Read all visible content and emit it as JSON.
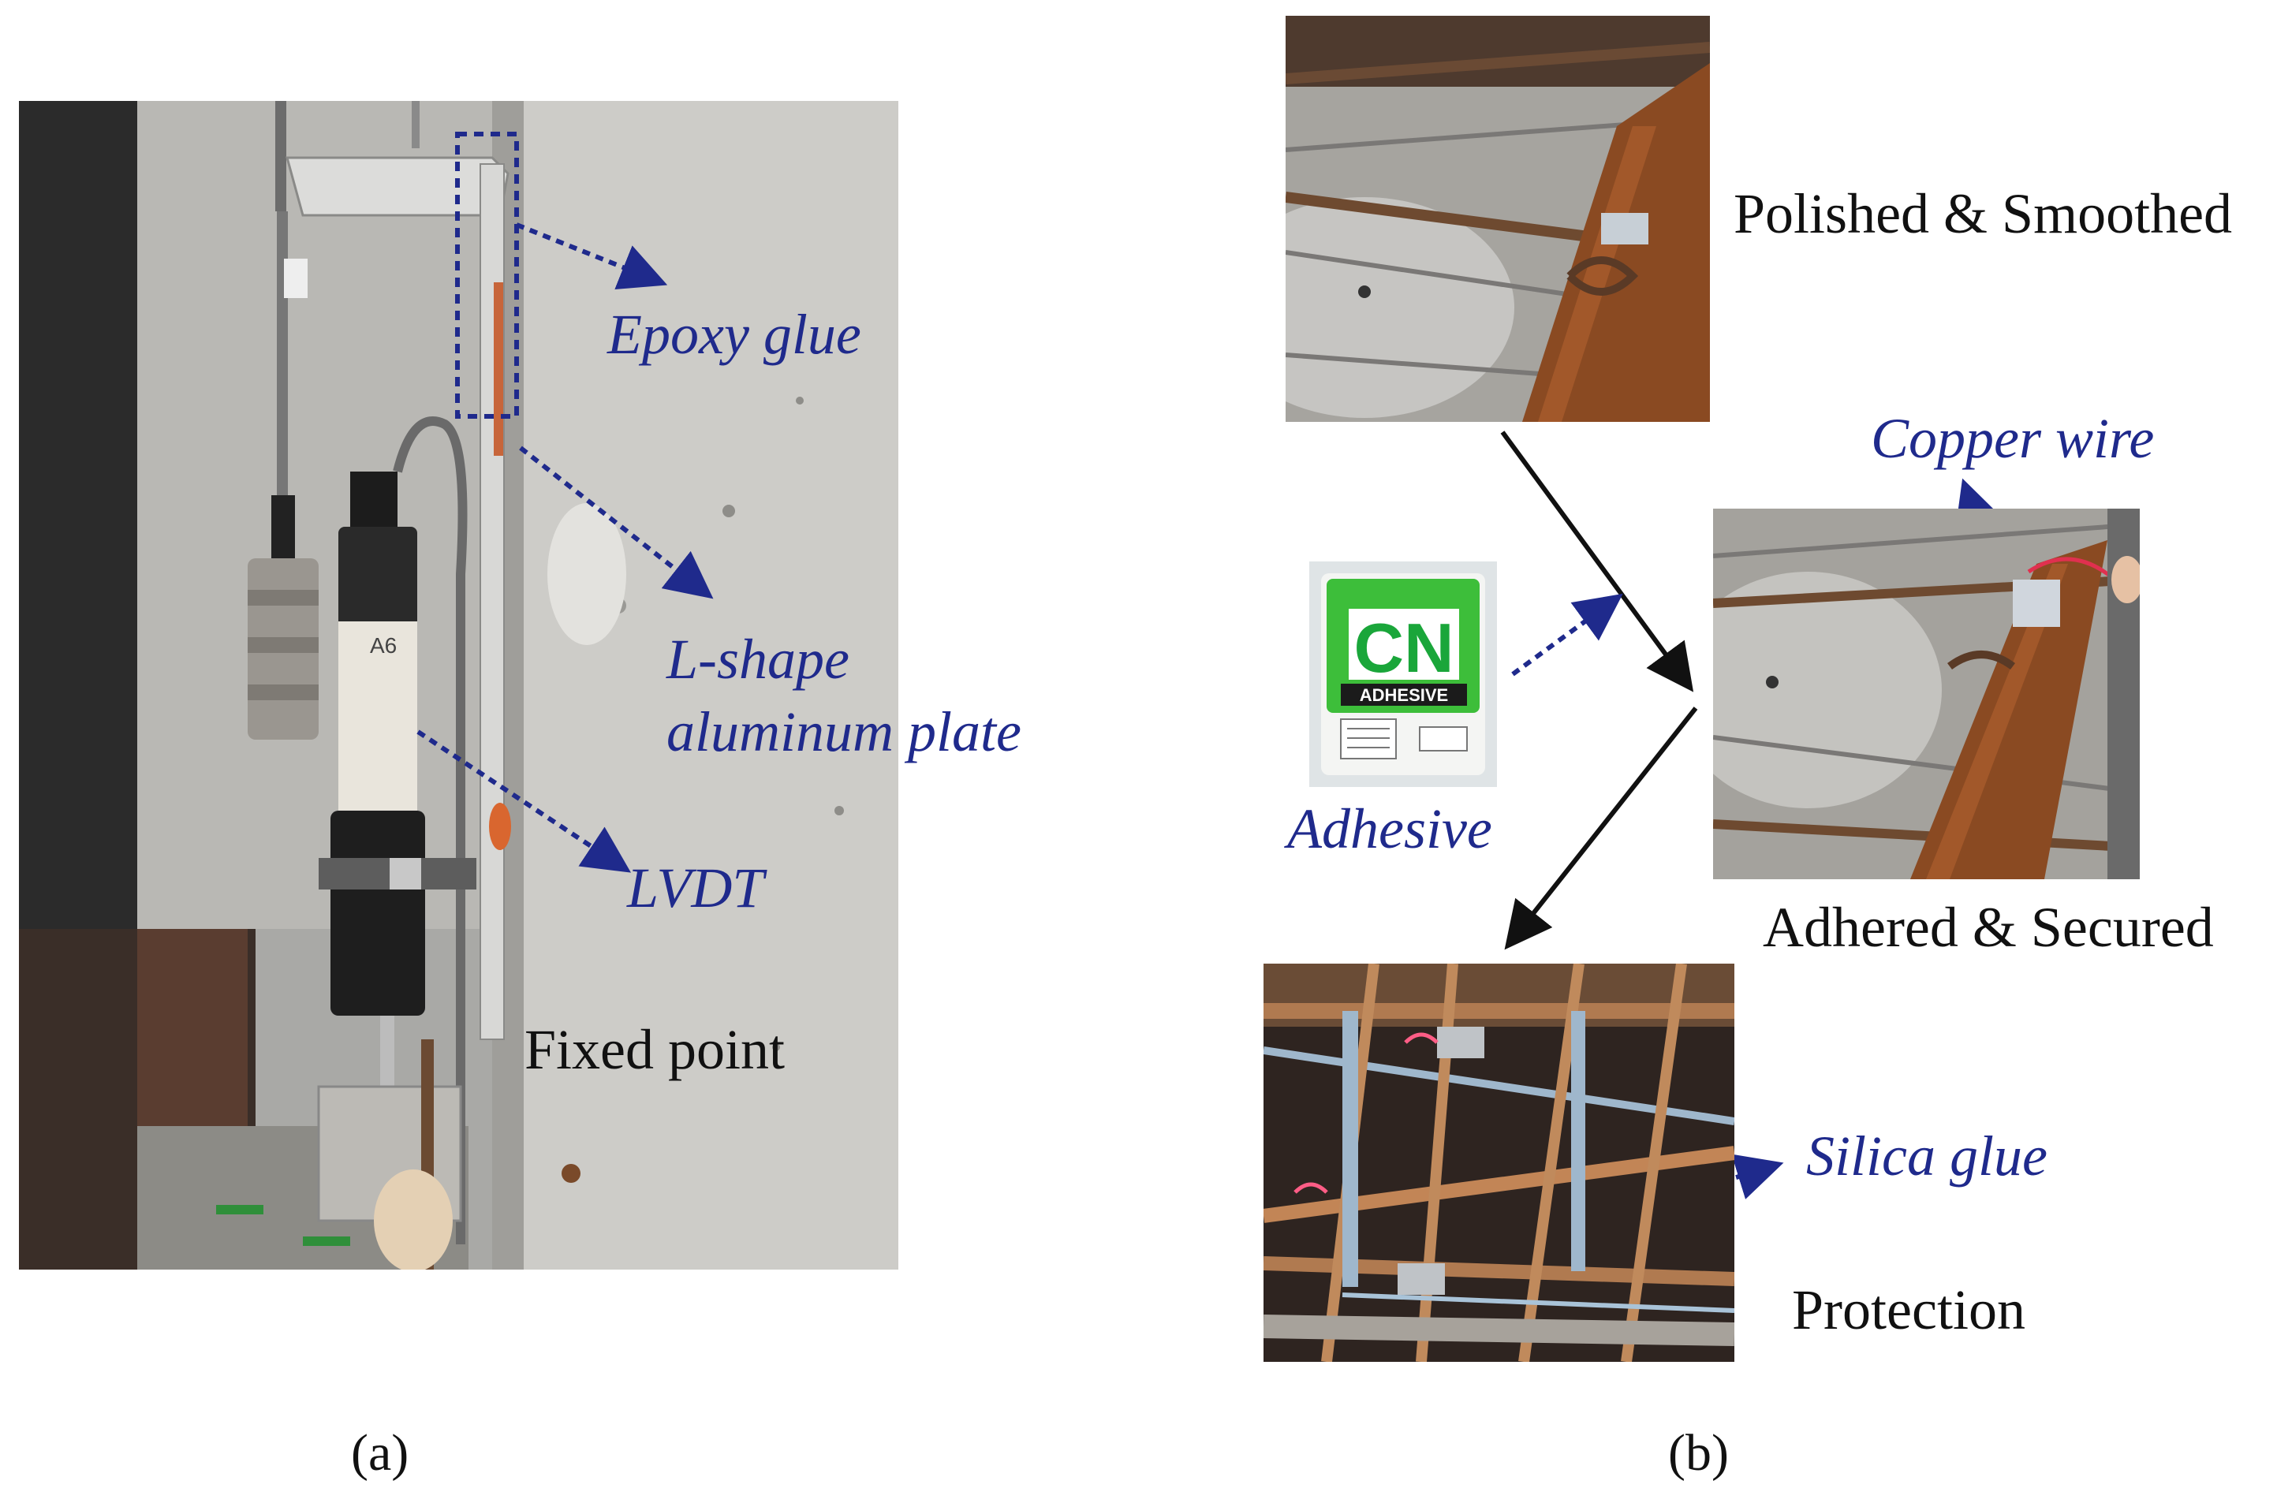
{
  "panel_a": {
    "labels": {
      "epoxy_glue": "Epoxy glue",
      "l_shape_line1": "L-shape",
      "l_shape_line2": "aluminum plate",
      "lvdt": "LVDT",
      "fixed_point": "Fixed point"
    },
    "caption": "(a)"
  },
  "panel_b": {
    "labels": {
      "polished": "Polished & Smoothed",
      "copper_wire": "Copper wire",
      "adhesive": "Adhesive",
      "adhered": "Adhered & Secured",
      "silica_glue": "Silica glue",
      "protection": "Protection"
    },
    "adhesive_pack": {
      "brand": "CN",
      "word": "ADHESIVE"
    },
    "caption": "(b)"
  },
  "colors": {
    "annotation_blue": "#1f2a8c",
    "arrow_black": "#111111",
    "rust": "#8a4a22",
    "concrete": "#c9c9c6"
  }
}
